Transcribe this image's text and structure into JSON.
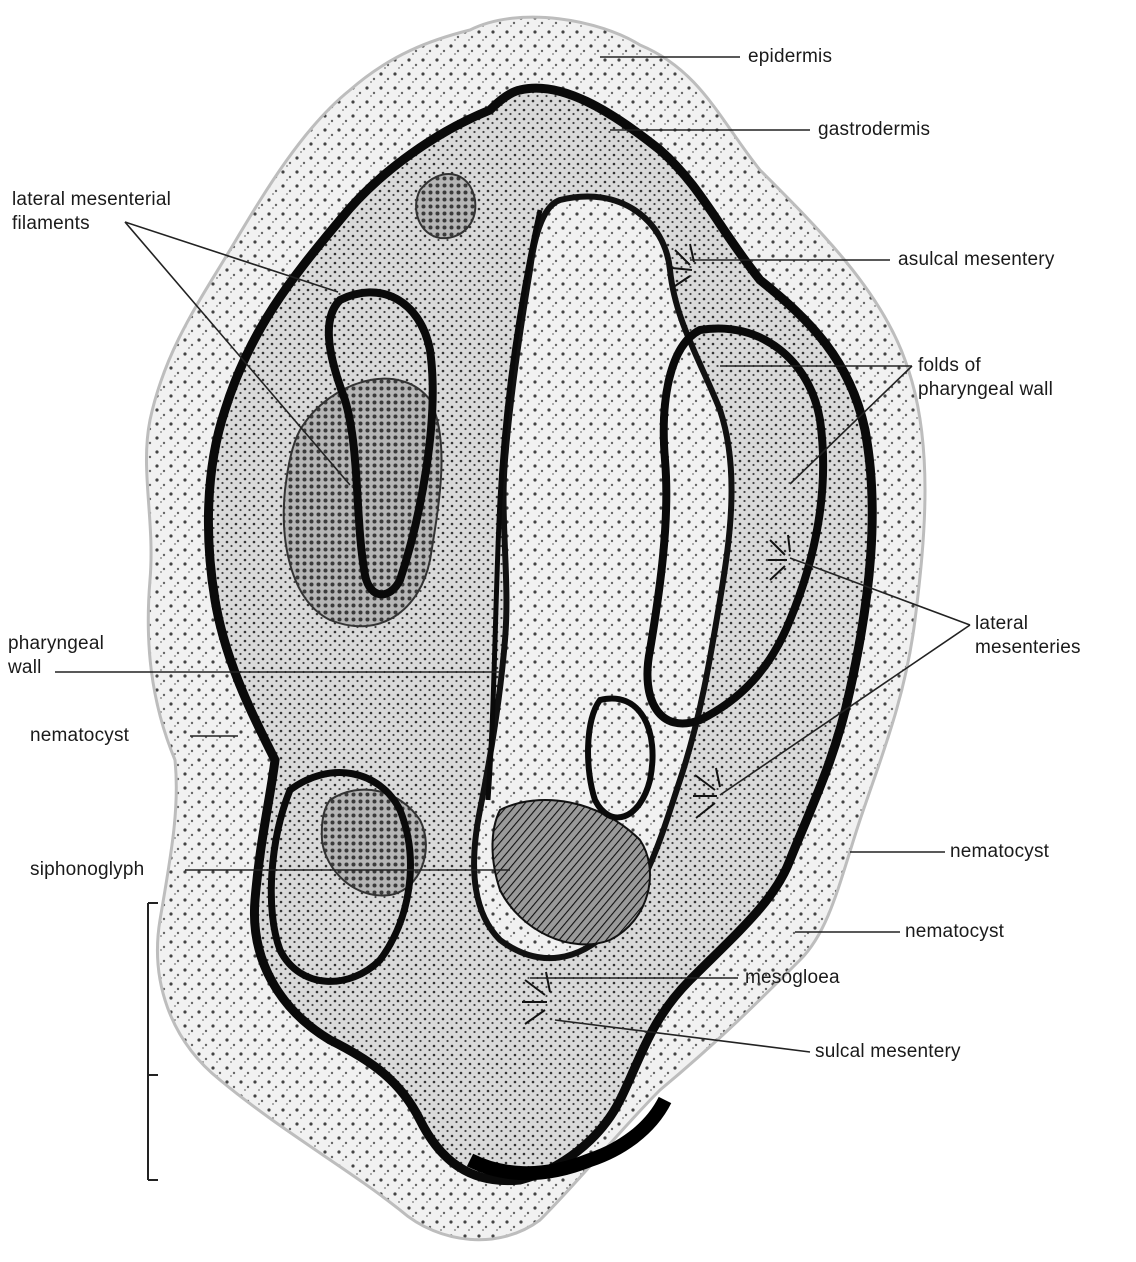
{
  "labels": {
    "epidermis": "epidermis",
    "gastrodermis": "gastrodermis",
    "lateral_mesenterial_filaments_line1": "lateral mesenterial",
    "lateral_mesenterial_filaments_line2": "filaments",
    "asulcal_mesentery": "asulcal mesentery",
    "folds_line1": "folds of",
    "folds_line2": "pharyngeal wall",
    "lateral_mesenteries_line1": "lateral",
    "lateral_mesenteries_line2": "mesenteries",
    "pharyngeal_wall_line1": "pharyngeal",
    "pharyngeal_wall_line2": "wall",
    "nematocyst_left": "nematocyst",
    "nematocyst_right_upper": "nematocyst",
    "nematocyst_right_lower": "nematocyst",
    "siphonoglyph": "siphonoglyph",
    "sulcal_mesentery": "sulcal mesentery",
    "mesogloea": "mesogloea"
  },
  "colors": {
    "ink": "#111111",
    "epidermis_fill": "#ececec",
    "gastrodermis_fill": "#d2d2d2",
    "filament_fill": "#8a8a8a",
    "mesogloea_stroke": "#0a0a0a",
    "leader": "#222222"
  }
}
